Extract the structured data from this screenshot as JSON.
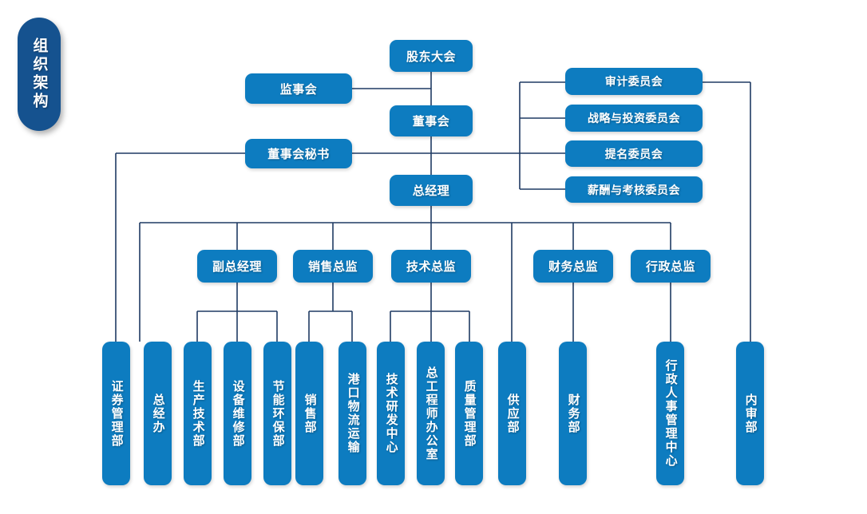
{
  "title_badge": {
    "text": "组织架构"
  },
  "colors": {
    "box_fill": "#0d7cc0",
    "badge_fill": "#15528f",
    "line": "#1f3a63",
    "text": "#ffffff",
    "background": "#ffffff"
  },
  "nodes": {
    "shareholders_meeting": {
      "label": "股东大会"
    },
    "board_of_supervisors": {
      "label": "监事会"
    },
    "board_of_directors": {
      "label": "董事会"
    },
    "board_secretary": {
      "label": "董事会秘书"
    },
    "general_manager": {
      "label": "总经理"
    }
  },
  "committees": [
    {
      "label": "审计委员会"
    },
    {
      "label": "战略与投资委员会"
    },
    {
      "label": "提名委员会"
    },
    {
      "label": "薪酬与考核委员会"
    }
  ],
  "directors": [
    {
      "label": "副总经理"
    },
    {
      "label": "销售总监"
    },
    {
      "label": "技术总监"
    },
    {
      "label": "财务总监"
    },
    {
      "label": "行政总监"
    }
  ],
  "departments": [
    {
      "label": "证券管理部"
    },
    {
      "label": "总经办"
    },
    {
      "label": "生产技术部"
    },
    {
      "label": "设备维修部"
    },
    {
      "label": "节能环保部"
    },
    {
      "label": "销售部"
    },
    {
      "label": "港口物流运输"
    },
    {
      "label": "技术研发中心"
    },
    {
      "label": "总工程师办公室"
    },
    {
      "label": "质量管理部"
    },
    {
      "label": "供应部"
    },
    {
      "label": "财务部"
    },
    {
      "label": "行政人事管理中心"
    },
    {
      "label": "内审部"
    }
  ]
}
